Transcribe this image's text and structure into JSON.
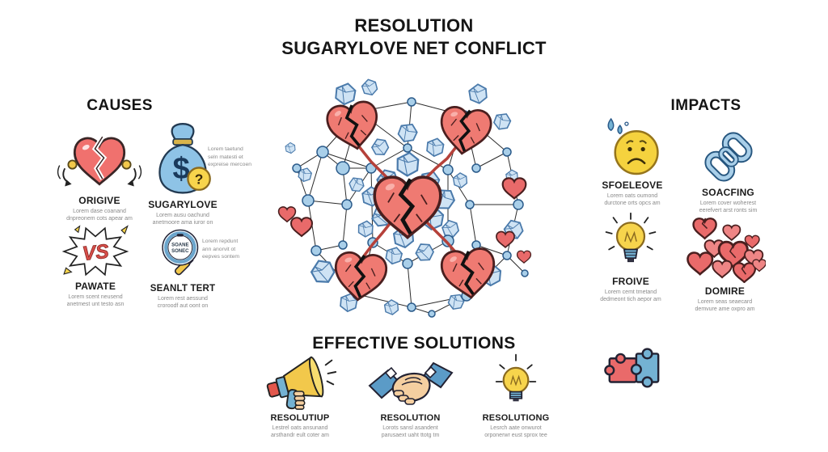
{
  "title": {
    "line1": "RESOLUTION",
    "line2": "SUGARYLOVE NET CONFLICT"
  },
  "causes": {
    "heading": "CAUSES",
    "items": [
      {
        "icon": "broken-heart-icon",
        "label": "ORIGIVE",
        "desc1": "Lorem dase coanand",
        "desc2": "dnpreonem cots apear am"
      },
      {
        "icon": "money-bag-icon",
        "label": "SUGARYLOVE",
        "desc1": "Lorem ausu oachund",
        "desc2": "anetmoore ama iuror on",
        "note1": "Lorem taetund",
        "note2": "seln matesti et",
        "note3": "expreise mercoen"
      },
      {
        "icon": "vs-burst-icon",
        "label": "PAWATE",
        "desc1": "Lorem scent neusend",
        "desc2": "anetmest unt testo asn"
      },
      {
        "icon": "magnifier-icon",
        "label": "SEANLT TERT",
        "desc1": "Lorem rest aessund",
        "desc2": "croroodf aut oont on",
        "note1": "Lorem repdunt",
        "note2": "ann anorvit ot",
        "note3": "eepves sontem",
        "lens1": "SOANE",
        "lens2": "SONEC"
      }
    ]
  },
  "impacts": {
    "heading": "IMPACTS",
    "items": [
      {
        "icon": "sad-face-icon",
        "label": "SFOELEOVE",
        "desc1": "Lorem oats oumond",
        "desc2": "durctone orts opcs am"
      },
      {
        "icon": "chain-icon",
        "label": "SOACFING",
        "desc1": "Lorem cover woherest",
        "desc2": "eerefvert arst ronts sim"
      },
      {
        "icon": "lightbulb-icon",
        "label": "FROIVE",
        "desc1": "Lorem cemt tmetand",
        "desc2": "dedmeont tich aepor am"
      },
      {
        "icon": "hearts-cluster-icon",
        "label": "DOMIRE",
        "desc1": "Lorem seas seaecard",
        "desc2": "demvure ame oxpro am"
      }
    ]
  },
  "solutions": {
    "heading": "EFFECTIVE SOLUTIONS",
    "items": [
      {
        "icon": "megaphone-icon",
        "label": "RESOLUTIUP",
        "desc1": "Lestrel oats ansunand",
        "desc2": "arsthandr eult coter am"
      },
      {
        "icon": "handshake-icon",
        "label": "RESOLUTION",
        "desc1": "Lorots sansl asandent",
        "desc2": "parusaext uaht ttotg tm"
      },
      {
        "icon": "lightbulb-rays-icon",
        "label": "RESOLUTIONG",
        "desc1": "Lesrch aate onwurot",
        "desc2": "orponerwr eust sprox tee"
      }
    ]
  },
  "decor": {
    "puzzle_icon": "puzzle-icon",
    "center_icon": "broken-hearts-network-illustration"
  },
  "colors": {
    "heart_red": "#ef7a72",
    "crystal_blue": "#cfe3f4",
    "node_blue": "#a9cfe9",
    "accent_yellow": "#f2c84b",
    "sleeve_blue": "#5b9bc7",
    "ink": "#1f1f1f"
  }
}
